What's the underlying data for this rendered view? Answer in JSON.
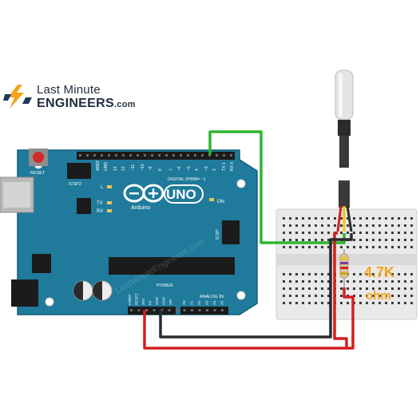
{
  "logo": {
    "line1": "Last Minute",
    "line2": "ENGINEERS",
    "domain": ".com",
    "brand_color": "#f2a51a",
    "brand_dark": "#1b3a5c"
  },
  "board": {
    "name": "UNO",
    "brand": "Arduino",
    "digital_label": "DIGITAL (PWM= ~)",
    "power_label": "POWER",
    "analog_label": "ANALOG IN",
    "icsp2": "ICSP2",
    "icsp": "ICSP",
    "reset": "RESET",
    "on": "ON",
    "led_l": "L",
    "led_tx": "TX",
    "led_rx": "RX",
    "top_pins": [
      "AREF",
      "GND",
      "13",
      "12",
      "~11",
      "~10",
      "~9",
      "8",
      "7",
      "~6",
      "~5",
      "4",
      "~3",
      "2",
      "TX 1",
      "RX 0"
    ],
    "power_pins": [
      "IOREF",
      "RESET",
      "3V3",
      "5V",
      "GND",
      "GND",
      "VIN"
    ],
    "analog_pins": [
      "A0",
      "A1",
      "A2",
      "A3",
      "A4",
      "A5"
    ],
    "color": "#1f7a9b"
  },
  "resistor": {
    "value_line1": "4.7K",
    "value_line2": "ohm",
    "label_color": "#f2a51a"
  },
  "watermark": "LastMinuteEngineers.com",
  "wires": {
    "data_color": "#2fb62f",
    "vcc_color": "#d21f1f",
    "gnd_color": "#2b2b2b"
  }
}
